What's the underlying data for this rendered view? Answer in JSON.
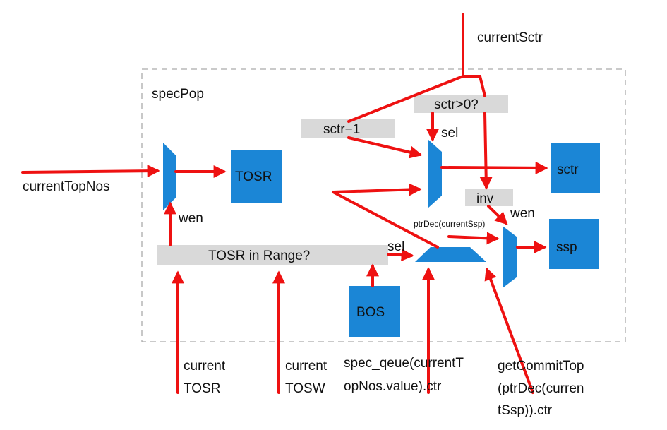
{
  "colors": {
    "wire": "#ee1111",
    "block": "#1b86d6",
    "condition_box": "#d9d9d9",
    "region_border": "#aaaaaa",
    "text": "#111111"
  },
  "region": {
    "label": "specPop"
  },
  "blocks": {
    "tosr": "TOSR",
    "sctr": "sctr",
    "ssp": "ssp",
    "bos": "BOS"
  },
  "conditions": {
    "sctr_gt_zero": "sctr>0?",
    "sctr_minus_one": "sctr−1",
    "tosr_in_range": "TOSR in Range?",
    "inv": "inv"
  },
  "labels": {
    "wen_tosr_mux": "wen",
    "sel_sctr_mux": "sel",
    "wen_ssp_mux": "wen",
    "sel_ssp_select": "sel",
    "ptr_dec": "ptrDec(currentSsp)"
  },
  "inputs": {
    "current_sctr": "currentSctr",
    "current_top_nos": "currentTopNos",
    "current_tosr": [
      "current",
      "TOSR"
    ],
    "current_tosw": [
      "current",
      "TOSW"
    ],
    "spec_qeue": [
      "spec_qeue(currentT",
      "opNos.value).ctr"
    ],
    "get_commit_top": [
      "getCommitTop",
      "(ptrDec(curren",
      "tSsp)).ctr"
    ]
  }
}
